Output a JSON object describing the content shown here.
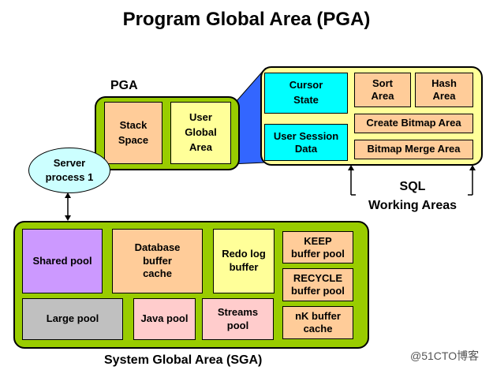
{
  "title": "Program Global Area (PGA)",
  "pga": {
    "label": "PGA",
    "stack_space": "Stack\nSpace",
    "uga": "User\nGlobal\nArea"
  },
  "sql_area": {
    "cursor_state": "Cursor\nState",
    "user_session_data": "User Session\nData",
    "sort_area": "Sort\nArea",
    "hash_area": "Hash\nArea",
    "create_bitmap_area": "Create Bitmap Area",
    "bitmap_merge_area": "Bitmap Merge Area",
    "label": "SQL\nWorking Areas"
  },
  "server_process": "Server\nprocess 1",
  "sga": {
    "label": "System Global Area (SGA)",
    "shared_pool": "Shared pool",
    "db_buffer_cache": "Database\nbuffer\ncache",
    "redo_log_buffer": "Redo log\nbuffer",
    "keep_buffer_pool": "KEEP\nbuffer pool",
    "recycle_buffer_pool": "RECYCLE\nbuffer pool",
    "nk_buffer_cache": "nK buffer\ncache",
    "large_pool": "Large pool",
    "java_pool": "Java pool",
    "streams_pool": "Streams\npool"
  },
  "watermark": "@51CTO博客",
  "colors": {
    "green": "#99cc00",
    "yellow_panel": "#ffff99",
    "peach": "#ffcc99",
    "cyan": "#00ffff",
    "purple": "#cc99ff",
    "gray": "#c0c0c0",
    "pink": "#ffcccc",
    "ellipse": "#ccffff",
    "connector": "#3366ff"
  }
}
